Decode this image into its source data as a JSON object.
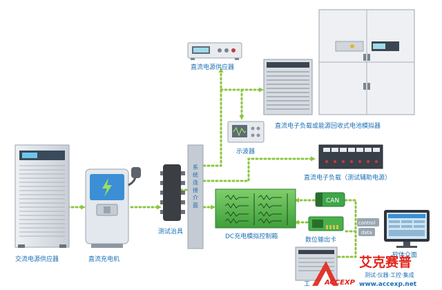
{
  "labels": {
    "dc_power_supply": "直流电源供应器",
    "regen_load": "直流电子负载或能源回收式电池模拟器",
    "oscilloscope": "示波器",
    "dc_load_aux": "直流电子负载（测试辅助电源）",
    "system_panel": "系统连接介面",
    "test_fixture": "测试治具",
    "dc_control_box": "DC充电模拟控制箱",
    "can": "CAN",
    "control": "control",
    "data": "data",
    "digital_io": "数位输出卡",
    "software": "软体介面",
    "ac_power_supply": "交流电源供应器",
    "dc_charger": "直流充电机",
    "partial_label": "工"
  },
  "watermark": {
    "brand_cn": "艾克赛普",
    "tagline": "测试·仪器·工控·集成",
    "url": "www.accexp.net",
    "logo_text": "ACCEXP"
  },
  "colors": {
    "label_blue": "#1b6fb6",
    "flow_green": "#8cc63f",
    "control_box_green": "#5cb85c",
    "watermark_red": "#e1251b"
  }
}
